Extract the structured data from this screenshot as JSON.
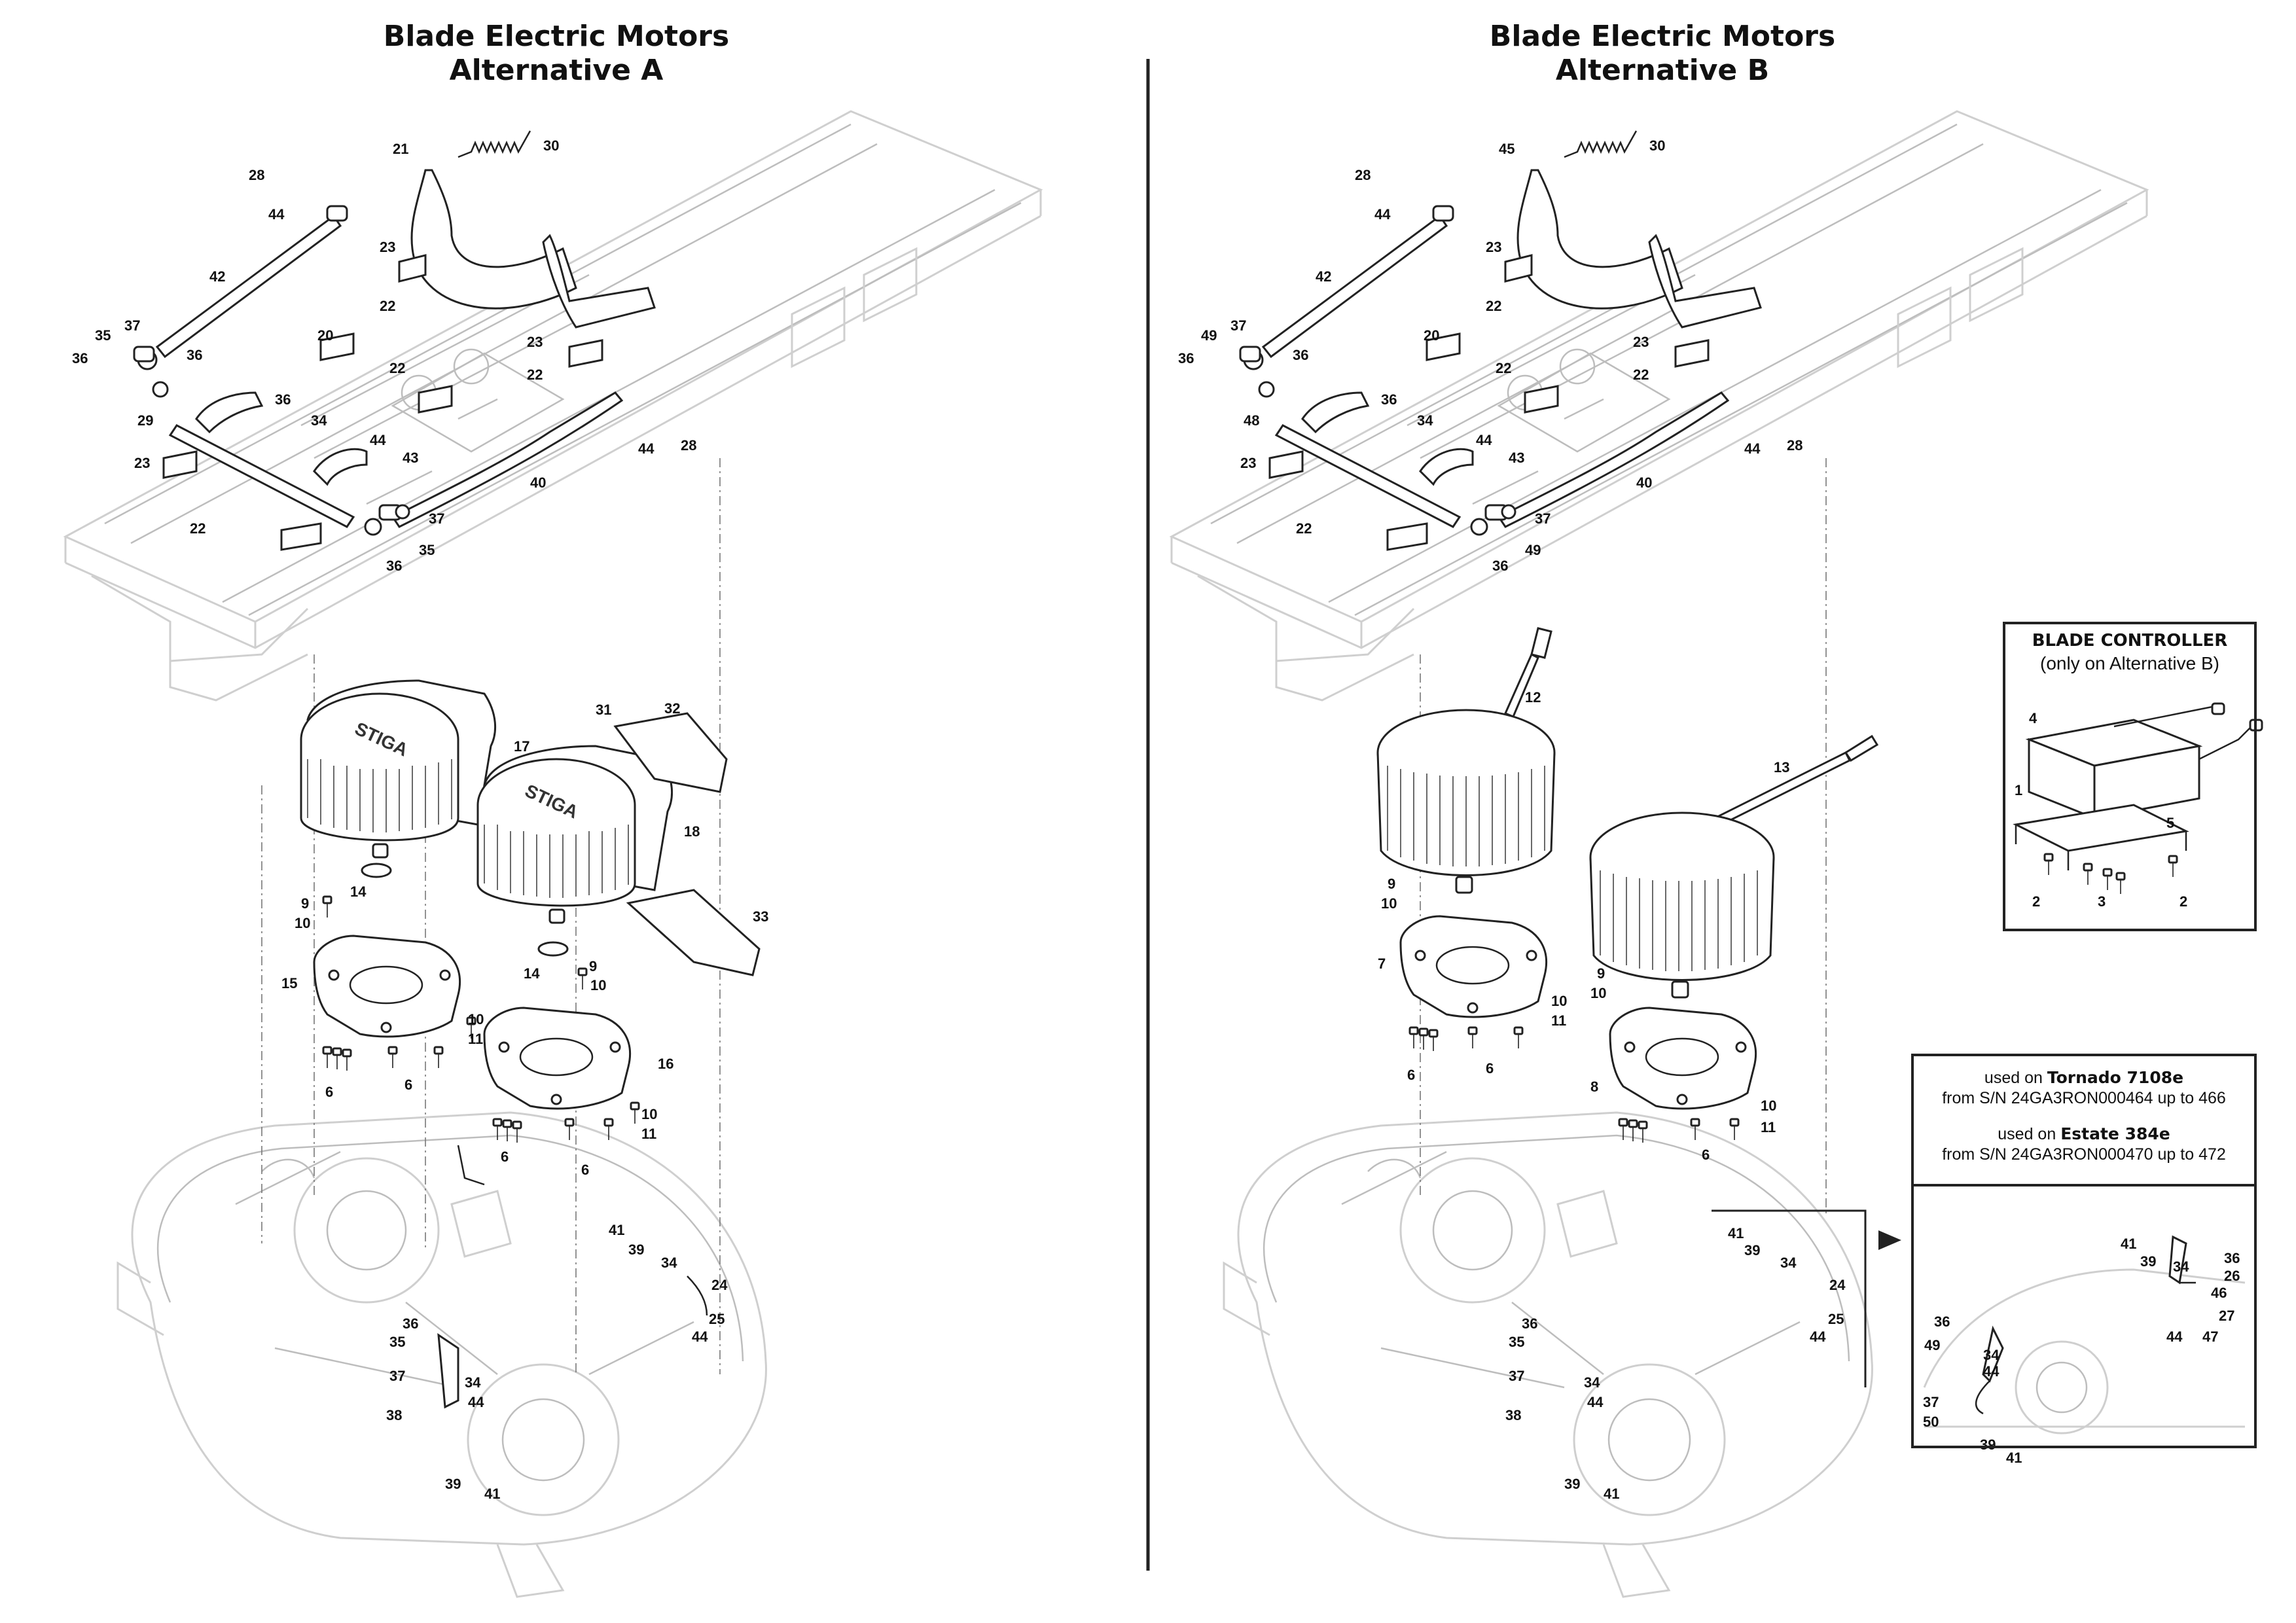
{
  "titles": {
    "left_line1": "Blade Electric Motors",
    "left_line2": "Alternative A",
    "right_line1": "Blade Electric Motors",
    "right_line2": "Alternative B"
  },
  "controller_box": {
    "title": "BLADE CONTROLLER",
    "subtitle": "(only on Alternative B)",
    "callouts": [
      "4",
      "1",
      "5",
      "2",
      "3",
      "2"
    ]
  },
  "usage_box": {
    "line1_prefix": "used on ",
    "line1_model": "Tornado 7108e",
    "line2": "from S/N 24GA3RON000464 up to 466",
    "line3_prefix": "used on ",
    "line3_model": "Estate 384e",
    "line4": "from S/N 24GA3RON000470 up to 472"
  },
  "brand_logo": "STIGA",
  "callouts_left": [
    "30",
    "21",
    "28",
    "44",
    "23",
    "22",
    "42",
    "37",
    "35",
    "36",
    "36",
    "20",
    "22",
    "23",
    "22",
    "36",
    "34",
    "29",
    "23",
    "22",
    "44",
    "43",
    "37",
    "35",
    "36",
    "40",
    "44",
    "28",
    "31",
    "32",
    "17",
    "18",
    "14",
    "9",
    "10",
    "15",
    "14",
    "9",
    "10",
    "33",
    "10",
    "11",
    "6",
    "6",
    "16",
    "10",
    "11",
    "6",
    "6",
    "41",
    "39",
    "34",
    "24",
    "25",
    "44",
    "36",
    "35",
    "37",
    "34",
    "38",
    "44",
    "39",
    "41"
  ],
  "callouts_right": [
    "30",
    "45",
    "28",
    "44",
    "23",
    "22",
    "42",
    "37",
    "49",
    "36",
    "36",
    "20",
    "22",
    "23",
    "22",
    "36",
    "34",
    "48",
    "23",
    "22",
    "44",
    "43",
    "37",
    "49",
    "36",
    "40",
    "44",
    "28",
    "12",
    "13",
    "9",
    "10",
    "7",
    "9",
    "10",
    "10",
    "11",
    "6",
    "6",
    "8",
    "10",
    "11",
    "6",
    "41",
    "39",
    "34",
    "24",
    "25",
    "44",
    "36",
    "35",
    "37",
    "34",
    "38",
    "44",
    "39",
    "41",
    "41",
    "39",
    "34",
    "36",
    "26",
    "46",
    "27",
    "36",
    "49",
    "34",
    "44",
    "44",
    "47",
    "37",
    "50",
    "39",
    "41"
  ]
}
